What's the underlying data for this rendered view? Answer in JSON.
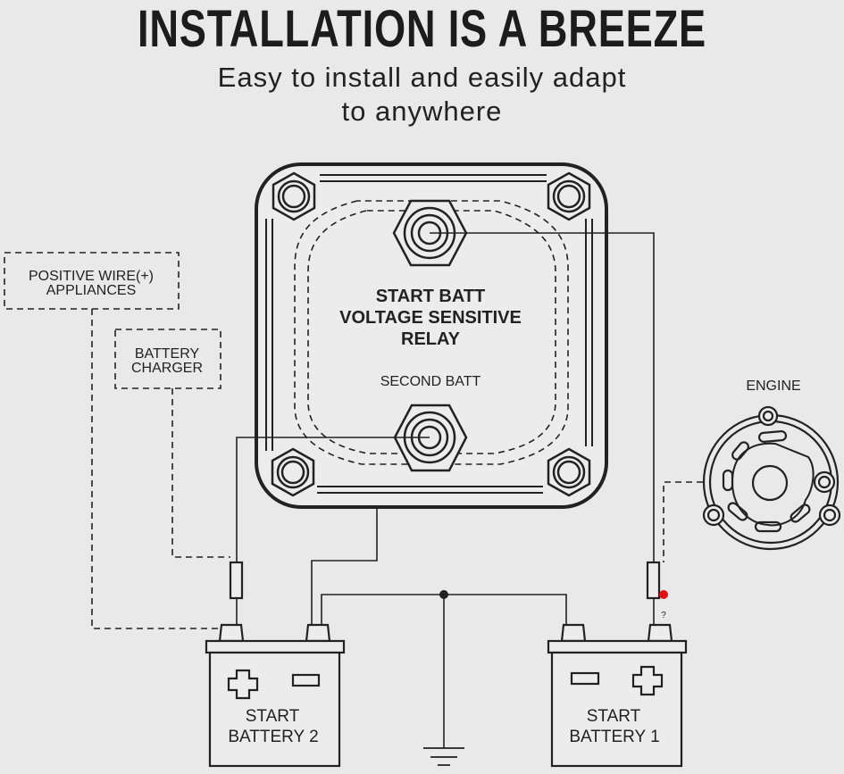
{
  "header": {
    "title": "INSTALLATION IS A BREEZE",
    "subtitle_line1": "Easy to install and easily adapt",
    "subtitle_line2": "to anywhere"
  },
  "relay": {
    "label_line1": "START BATT",
    "label_line2": "VOLTAGE SENSITIVE",
    "label_line3": "RELAY",
    "second_batt": "SECOND BATT"
  },
  "labels": {
    "positive_wire": "POSITIVE WIRE(+)",
    "appliances": "APPLIANCES",
    "battery": "BATTERY",
    "charger": "CHARGER",
    "engine": "ENGINE",
    "fuse_note": "?"
  },
  "battery2": {
    "line1": "START",
    "line2": "BATTERY 2"
  },
  "battery1": {
    "line1": "START",
    "line2": "BATTERY 1"
  },
  "colors": {
    "background": "#e9e9e9",
    "ink": "#222222",
    "marker": "#e01010"
  }
}
